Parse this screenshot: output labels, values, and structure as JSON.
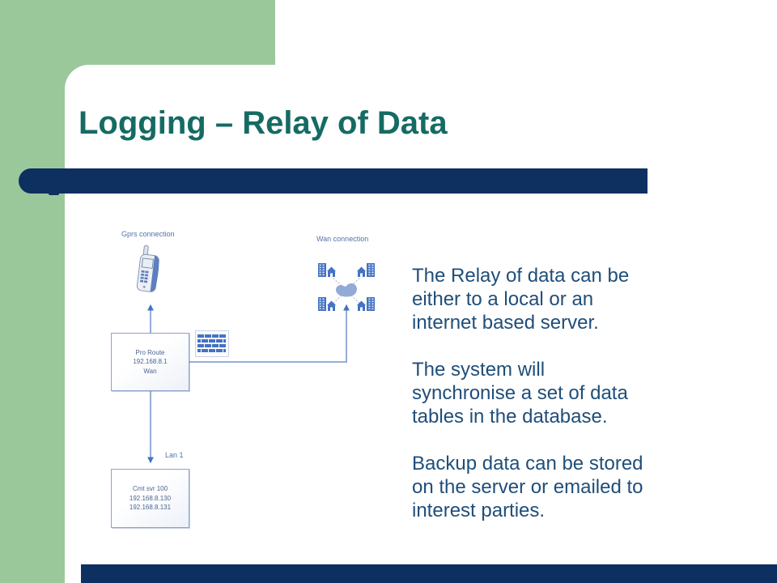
{
  "slide": {
    "title": "Logging – Relay of Data"
  },
  "diagram": {
    "gprs_label": "Gprs connection",
    "wan_label": "Wan connection",
    "lan_label": "Lan 1",
    "router_box": {
      "lines": [
        "Pro Route",
        "192.168.8.1",
        "Wan"
      ]
    },
    "server_box": {
      "lines": [
        "Cmt svr 100",
        "192.168.8.130",
        "192.168.8.131"
      ]
    },
    "icons": [
      "mobile-phone-icon",
      "wan-network-icon",
      "firewall-icon"
    ]
  },
  "body": {
    "paragraphs": [
      "The Relay of data can be\neither to a local or an\ninternet based server.",
      "The system will\nsynchronise a set of data\ntables in the database.",
      "Backup data can be stored\non the server or emailed to\ninterest parties."
    ]
  },
  "colors": {
    "accent_green": "#9BC89B",
    "accent_navy": "#0D3060",
    "title_teal": "#156B64",
    "body_navy": "#1F4E79",
    "diagram_blue": "#4472C4",
    "box_border": "#8DA2CE"
  }
}
